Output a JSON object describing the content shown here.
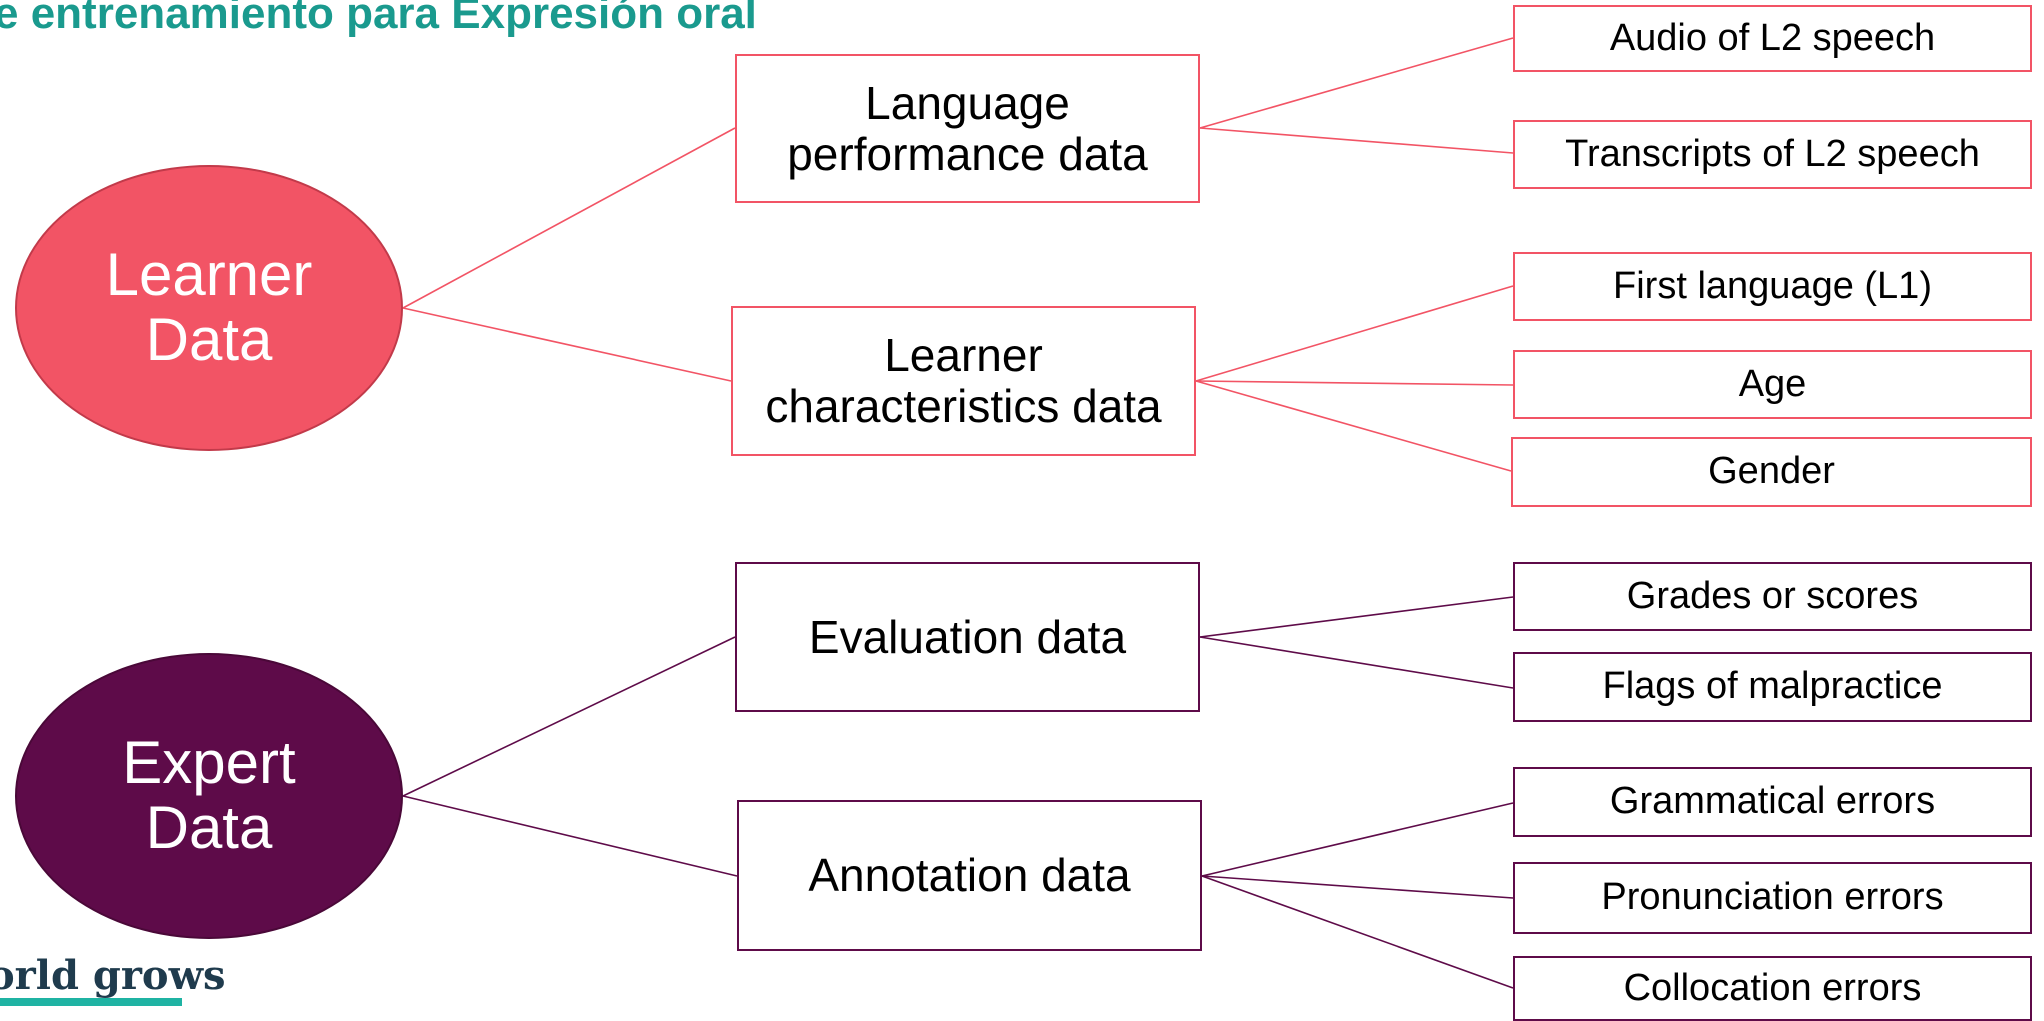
{
  "title": "e entrenamiento para Expresión oral",
  "logo_text": "orld grows",
  "colors": {
    "title": "#1a9a8e",
    "learner": "#f25465",
    "expert": "#5e0b49",
    "logo_bar": "#1fb3a3"
  },
  "learner": {
    "line1": "Learner",
    "line2": "Data",
    "performance": {
      "line1": "Language",
      "line2": "performance data",
      "items": [
        "Audio of L2 speech",
        "Transcripts of L2 speech"
      ]
    },
    "characteristics": {
      "line1": "Learner",
      "line2": "characteristics data",
      "items": [
        "First language (L1)",
        "Age",
        "Gender"
      ]
    }
  },
  "expert": {
    "line1": "Expert",
    "line2": "Data",
    "evaluation": {
      "label": "Evaluation data",
      "items": [
        "Grades or scores",
        "Flags of malpractice"
      ]
    },
    "annotation": {
      "label": "Annotation data",
      "items": [
        "Grammatical errors",
        "Pronunciation errors",
        "Collocation errors"
      ]
    }
  }
}
